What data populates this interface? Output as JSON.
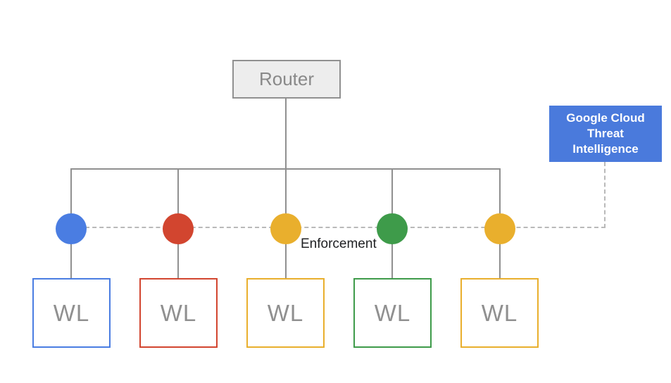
{
  "router": {
    "label": "Router"
  },
  "threat_intelligence": {
    "label": "Google Cloud\nThreat\nIntelligence",
    "bg_color": "#4a7adc",
    "text_color": "#ffffff"
  },
  "enforcement": {
    "label": "Enforcement"
  },
  "workloads": [
    {
      "label": "WL",
      "color": "#4a7de2"
    },
    {
      "label": "WL",
      "color": "#d2452f"
    },
    {
      "label": "WL",
      "color": "#e9af2d"
    },
    {
      "label": "WL",
      "color": "#3e9b4a"
    },
    {
      "label": "WL",
      "color": "#e9af2d"
    }
  ],
  "colors": {
    "solid_line": "#909090",
    "dashed_line": "#b9b9b9",
    "router_fill": "#ededed",
    "router_border": "#909090",
    "router_text": "#898989",
    "wl_text": "#909090",
    "enforcement_text": "#202124"
  }
}
